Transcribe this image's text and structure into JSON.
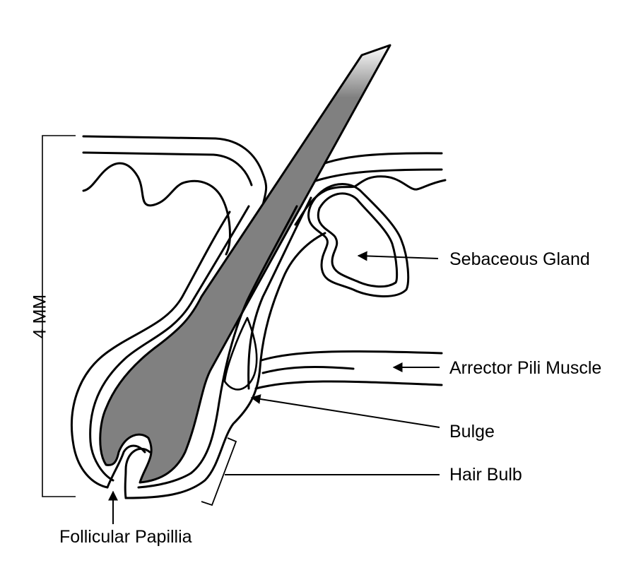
{
  "diagram": {
    "scale_label": "4 MM",
    "labels": {
      "sebaceous_gland": "Sebaceous Gland",
      "arrector_pili_muscle": "Arrector Pili Muscle",
      "bulge": "Bulge",
      "hair_bulb": "Hair Bulb",
      "follicular_papilla": "Follicular Papillia"
    },
    "colors": {
      "outline": "#000000",
      "hair_shaft": "#808080",
      "background": "#ffffff"
    }
  }
}
